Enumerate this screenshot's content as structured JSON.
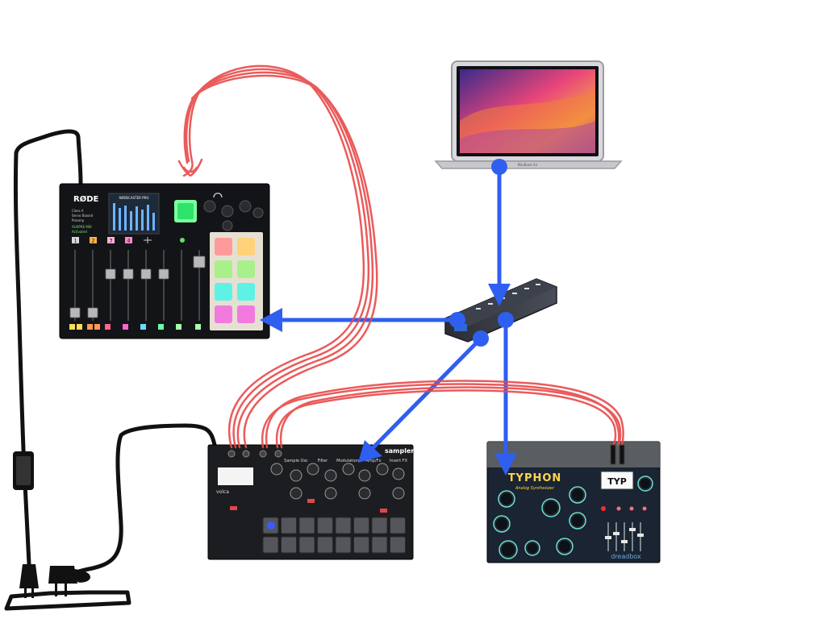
{
  "diagram": {
    "devices": {
      "laptop": {
        "badge": "MacBook Air"
      },
      "mixer": {
        "brand": "RØDE",
        "model_lines": [
          "Class A",
          "Servo Biased",
          "Preamp"
        ],
        "aux_lines": [
          "AUXPRE MIX",
          "Activated"
        ],
        "product": "RØDECASTER PRO",
        "channel_numbers": [
          "1",
          "2",
          "3",
          "4"
        ],
        "pad_colors": [
          "#ff9a9a",
          "#ffd27a",
          "#a8f08a",
          "#a8f08a",
          "#5ef2e6",
          "#5ef2e6",
          "#f27adf",
          "#f27adf"
        ]
      },
      "sampler": {
        "brand": "volca",
        "model": "sampler",
        "sections": [
          "Sample Osc",
          "Filter",
          "Modulation",
          "Amp/Fx",
          "Insert FX"
        ]
      },
      "synth": {
        "name": "TYPHON",
        "tagline": "Analog Synthesizer",
        "maker": "dreadbox",
        "display": "TYP"
      }
    },
    "colors": {
      "usb_link": "#2f5ff0",
      "audio_link": "#e84a4a",
      "power_link": "#111111"
    },
    "legend_note": ""
  }
}
